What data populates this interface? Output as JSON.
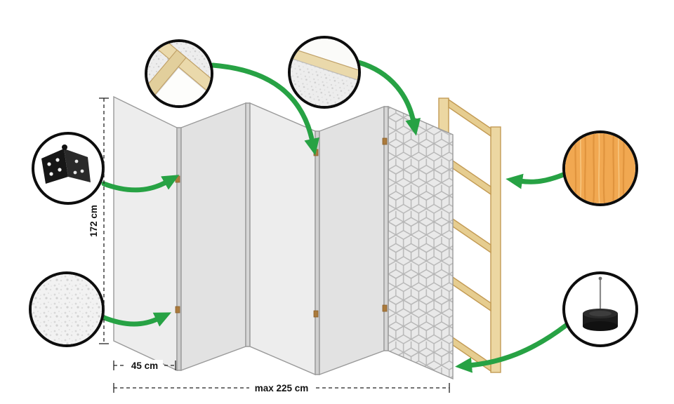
{
  "diagram": {
    "type": "product-construction-diagram",
    "subject": "five-panel folding room divider with frame, hinges and feet",
    "dimensions": {
      "height": "172 cm",
      "panel_width": "45 cm",
      "max_width": "max 225 cm"
    },
    "callouts": {
      "corner": {
        "icon": "frame-corner-icon",
        "meaning": "wooden frame corner with stretched canvas"
      },
      "hinge": {
        "icon": "hinge-icon",
        "meaning": "black metal hinge joining panels"
      },
      "fabric": {
        "icon": "fabric-texture-icon",
        "meaning": "white non-woven fabric texture"
      },
      "edge": {
        "icon": "panel-edge-icon",
        "meaning": "layered panel edge: print, frame, backing"
      },
      "wood": {
        "icon": "wood-texture-icon",
        "meaning": "natural pine wood of the frame"
      },
      "foot": {
        "icon": "foot-pad-icon",
        "meaning": "black protective foot pad with pin"
      }
    },
    "colors": {
      "accent_green": "#27a244",
      "panel_gray_front": "#ededed",
      "panel_gray_back": "#e2e2e2",
      "pattern_line": "#b5b5b5",
      "wood_beige": "#ecd7a2",
      "wood_circle_fill": "#f1a851",
      "hinge_black": "#161616",
      "outline_black": "#0d0d0d"
    }
  }
}
